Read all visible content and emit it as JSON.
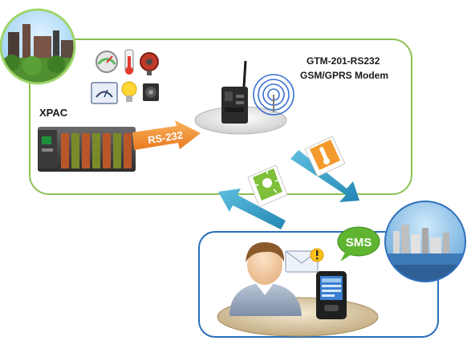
{
  "labels": {
    "controller": "XPAC",
    "link": "RS-232",
    "modem_model": "GTM-201-RS232",
    "modem_type": "GSM/GPRS Modem",
    "sms": "SMS"
  },
  "colors": {
    "factory_border": "#8cc152",
    "user_border": "#2a6ebb",
    "rs232_arrow": "#f39a3c",
    "wireless_arrow": "#3fa7cf",
    "sms_bubble": "#5fb530",
    "platform": "#c9b48a"
  },
  "icons": [
    "factory-photo",
    "gauge-icon",
    "thermometer-icon",
    "valve-icon",
    "scale-icon",
    "lightbulb-icon",
    "motor-icon",
    "pac-controller",
    "gsm-modem",
    "antenna-signal-icon",
    "temperature-alert-card",
    "light-alert-card",
    "person-avatar",
    "email-alert-icon",
    "mobile-phone",
    "city-photo"
  ]
}
